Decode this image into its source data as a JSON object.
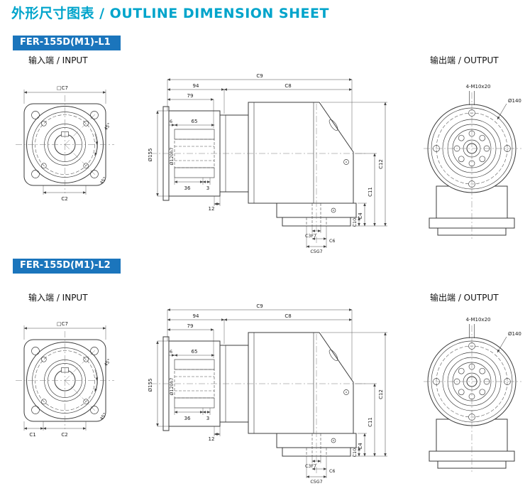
{
  "header": {
    "title": "外形尺寸图表 / OUTLINE DIMENSION SHEET"
  },
  "colors": {
    "accent": "#00a4cb",
    "badge_bg": "#1b75bc",
    "badge_text": "#ffffff",
    "line": "#3b3b3b"
  },
  "sections": {
    "s1": {
      "model": "FER-155D(M1)-L1",
      "input_label": "输入端 / INPUT",
      "output_label": "输出端 / OUTPUT",
      "input_view": {
        "square": "□C7",
        "c2": "C2",
        "angle_top": "45°",
        "angle_bottom": "45°"
      },
      "side_view": {
        "c9": "C9",
        "c8": "C8",
        "len94": "94",
        "len79": "79",
        "len65": "65",
        "len6": "6",
        "dia155": "Ø155",
        "dia120": "Ø120h7",
        "len36": "36",
        "len3": "3",
        "len12": "12",
        "c12": "C12",
        "c11": "C11",
        "c4": "C4",
        "c10": "C10",
        "c3": "C3F7",
        "c5": "C5G7",
        "c6": "C6"
      },
      "output_view": {
        "bolt_note": "4-M10x20",
        "dia140": "Ø140"
      }
    },
    "s2": {
      "model": "FER-155D(M1)-L2",
      "input_label": "输入端 / INPUT",
      "output_label": "输出端 / OUTPUT",
      "input_view": {
        "square": "□C7",
        "c1": "C1",
        "c2": "C2",
        "angle_top": "45°",
        "angle_bottom": "45°"
      },
      "side_view": {
        "c9": "C9",
        "c8": "C8",
        "len94": "94",
        "len79": "79",
        "len65": "65",
        "len6": "6",
        "dia155": "Ø155",
        "dia120": "Ø120h7",
        "len36": "36",
        "len3": "3",
        "len12": "12",
        "c12": "C12",
        "c11": "C11",
        "c4": "C4",
        "c10": "C10",
        "c3": "C3F7",
        "c5": "C5G7",
        "c6": "C6"
      },
      "output_view": {
        "bolt_note": "4-M10x20",
        "dia140": "Ø140"
      }
    }
  }
}
